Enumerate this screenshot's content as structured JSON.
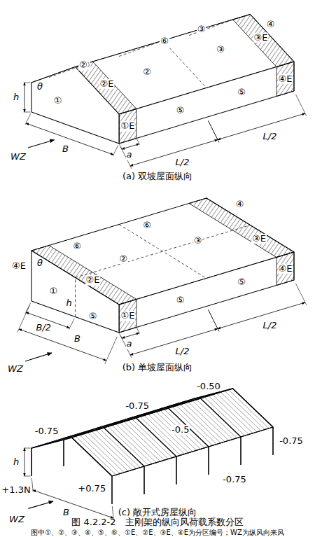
{
  "diagram": {
    "caption": "图 4.2.2-2　主刚架的纵向风荷载系数分区",
    "labels": [
      "(a) 双坡屋面纵向",
      "⑥",
      "⑥",
      "③",
      "③",
      "④",
      "②",
      "②",
      "④E",
      "③E",
      "⑤",
      "⑤",
      "②E",
      "①",
      "①E",
      "h",
      "θ",
      "B",
      "a",
      "WZ",
      "L/2",
      "L/2",
      "(b) 单坡屋面纵向",
      "⑥",
      "⑥",
      "④",
      "③",
      "③E",
      "④E",
      "④E",
      "②",
      "⑤",
      "②E",
      "⑤",
      "①",
      "θ",
      "h",
      "⑤",
      "B/2",
      "①E",
      "B",
      "a",
      "WZ",
      "L/2",
      "L/2",
      "-0.50",
      "-0.75",
      "-0.75",
      "-0.75",
      "-0.5",
      "-0.75",
      "h",
      "+1.3N",
      "B",
      "+0.75",
      "WZ",
      "(c) 敞开式房屋纵向",
      "图中①、②、③、④、⑤、⑥、①E、②E、③E、④E为分区编号；WZ为纵风向来风"
    ]
  }
}
